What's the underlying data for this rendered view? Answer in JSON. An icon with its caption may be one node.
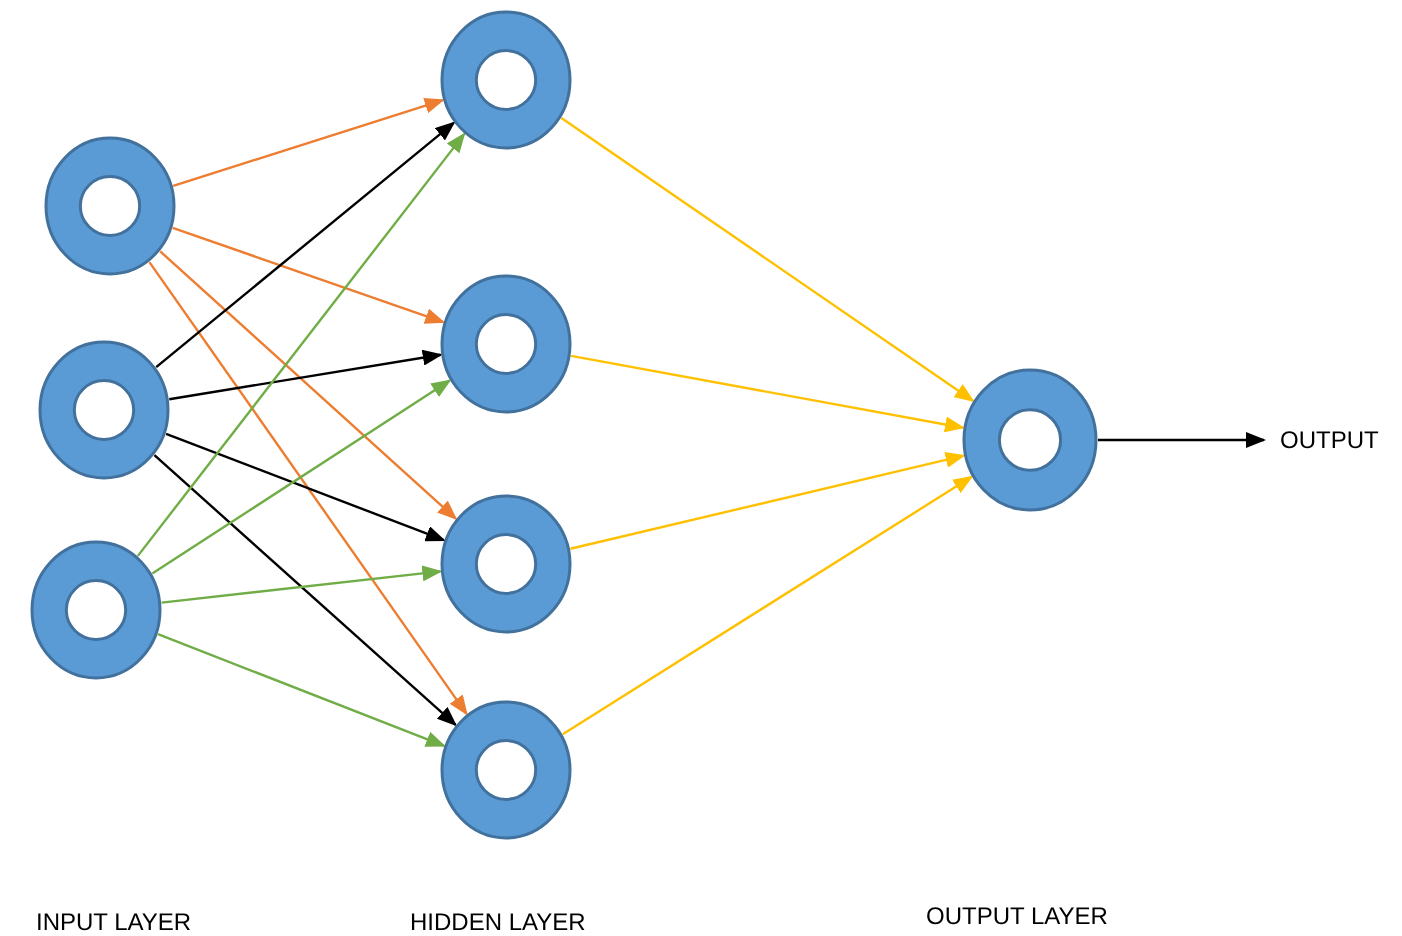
{
  "diagram": {
    "nodes": [
      {
        "text": [],
        "shape": "circle"
      },
      {
        "text": [],
        "shape": "circle"
      },
      {
        "text": [],
        "shape": "circle"
      },
      {
        "text": [],
        "shape": "circle"
      },
      {
        "text": [],
        "shape": "circle"
      },
      {
        "text": [],
        "shape": "circle"
      },
      {
        "text": [],
        "shape": "circle"
      },
      {
        "text": [],
        "shape": "circle"
      },
      {
        "text": [
          "OUTPUT"
        ]
      }
    ],
    "edges": [
      {
        "from": 0,
        "to": 3,
        "arrow": "to",
        "color": "#ed7d31"
      },
      {
        "from": 0,
        "to": 4,
        "arrow": "to",
        "color": "#ed7d31"
      },
      {
        "from": 0,
        "to": 5,
        "arrow": "to",
        "color": "#ed7d31"
      },
      {
        "from": 0,
        "to": 6,
        "arrow": "to",
        "color": "#ed7d31"
      },
      {
        "from": 1,
        "to": 3,
        "arrow": "to",
        "color": "#000000"
      },
      {
        "from": 1,
        "to": 4,
        "arrow": "to",
        "color": "#000000"
      },
      {
        "from": 1,
        "to": 5,
        "arrow": "to",
        "color": "#000000"
      },
      {
        "from": 1,
        "to": 6,
        "arrow": "to",
        "color": "#000000"
      },
      {
        "from": 2,
        "to": 3,
        "arrow": "to",
        "color": "#70ad47"
      },
      {
        "from": 2,
        "to": 4,
        "arrow": "to",
        "color": "#70ad47"
      },
      {
        "from": 2,
        "to": 5,
        "arrow": "to",
        "color": "#70ad47"
      },
      {
        "from": 2,
        "to": 6,
        "arrow": "to",
        "color": "#70ad47"
      },
      {
        "from": 3,
        "to": 7,
        "arrow": "to",
        "color": "#ffc000"
      },
      {
        "from": 4,
        "to": 7,
        "arrow": "to",
        "color": "#ffc000"
      },
      {
        "from": 5,
        "to": 7,
        "arrow": "to",
        "color": "#ffc000"
      },
      {
        "from": 6,
        "to": 7,
        "arrow": "to",
        "color": "#ffc000"
      },
      {
        "from": 7,
        "to": 8,
        "arrow": "to",
        "color": "#000000"
      }
    ],
    "labels": [
      "INPUT LAYER",
      "HIDDEN LAYER",
      "OUTPUT LAYER"
    ]
  }
}
